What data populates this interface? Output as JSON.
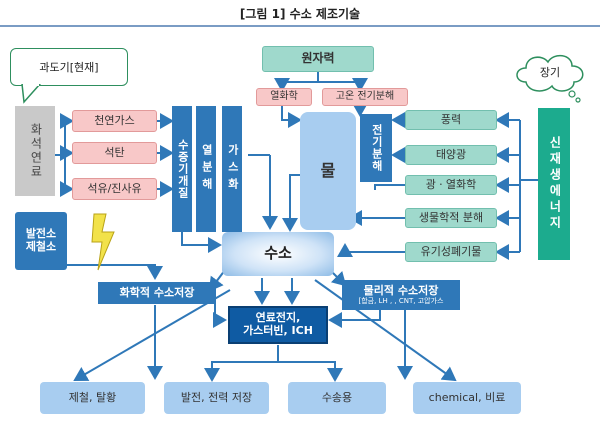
{
  "title": "[그림 1] 수소 제조기술",
  "callouts": {
    "current": "과도기[현재]",
    "long_term": "장기"
  },
  "fossil": {
    "group_label": "화석연료",
    "sources": [
      "천연가스",
      "석탄",
      "석유/진사유"
    ],
    "processes": [
      "수증기개질",
      "열분해",
      "가스화"
    ]
  },
  "nuclear": {
    "label": "원자력",
    "methods": [
      "열화학",
      "고온 전기분해"
    ]
  },
  "water": {
    "label": "물",
    "electrolysis": "전기분해"
  },
  "renewable": {
    "group_label": "신재생에너지",
    "sources": [
      "풍력",
      "태양광",
      "광ㆍ열화학",
      "생물학적 분해",
      "유기성폐기물"
    ]
  },
  "plant": "발전소\n제철소",
  "hydrogen": "수소",
  "storage": {
    "chemical": "화학적 수소저장",
    "physical": "물리적 수소저장",
    "physical_sub": "[합금, LH , , CNT, 고압가스"
  },
  "center": "연료전지,\n가스터빈, ICH",
  "uses": [
    "제철, 탈황",
    "발전, 전력 저장",
    "수송용",
    "chemical, 비료"
  ]
}
